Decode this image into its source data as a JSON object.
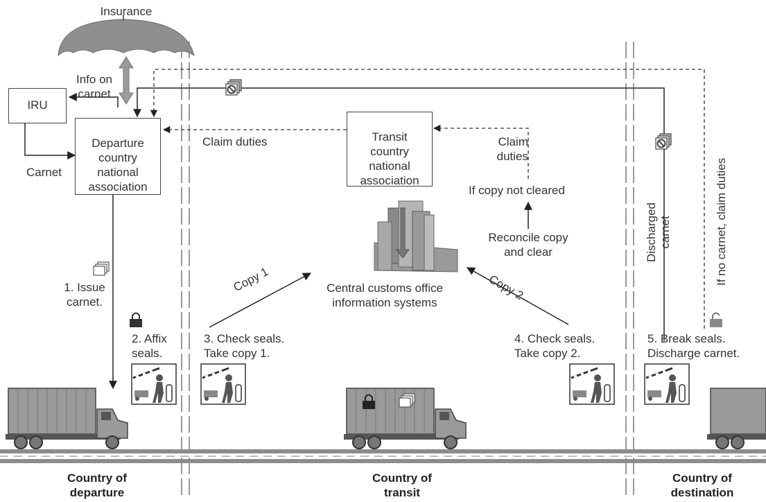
{
  "labels": {
    "insurance": "Insurance",
    "info_on_carnet": "Info on\ncarnet",
    "iru": "IRU",
    "carnet": "Carnet",
    "departure_association": "Departure\ncountry\nnational\nassociation",
    "transit_association": "Transit\ncountry\nnational\nassociation",
    "claim_duties_left": "Claim duties",
    "claim_duties_right": "Claim\nduties",
    "if_copy_not_cleared": "If copy not cleared",
    "reconcile": "Reconcile copy\nand clear",
    "central_customs": "Central customs office\ninformation systems",
    "copy1": "Copy 1",
    "copy2": "Copy 2",
    "discharged_carnet": "Discharged\ncarnet",
    "if_no_carnet": "If no carnet, claim duties"
  },
  "steps": {
    "step1": "1. Issue\ncarnet.",
    "step2": "2. Affix\nseals.",
    "step3": "3. Check seals.\nTake copy 1.",
    "step4": "4. Check seals.\nTake copy 2.",
    "step5": "5. Break seals.\nDischarge carnet."
  },
  "countries": {
    "departure": "Country of\ndeparture",
    "transit": "Country of\ntransit",
    "destination": "Country of\ndestination"
  },
  "icons": [
    "umbrella-icon",
    "carnet-document-icon",
    "padlock-icon",
    "open-padlock-icon",
    "customs-checkpoint-icon",
    "truck-icon",
    "building-icon"
  ],
  "colors": {
    "line": "#222222",
    "road": "#8c8c8c",
    "gray_fill": "#9a9a9a"
  }
}
